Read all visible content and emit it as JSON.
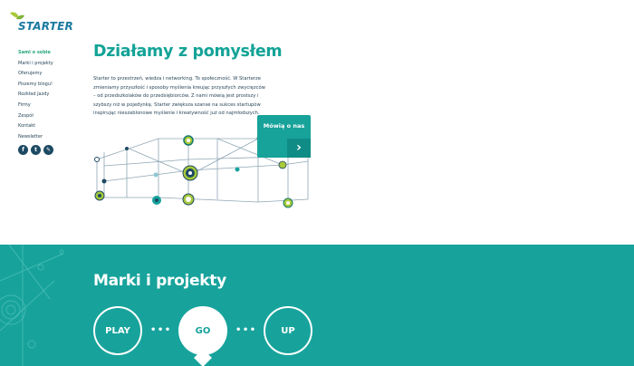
{
  "brand": {
    "name": "STARTER"
  },
  "nav": {
    "items": [
      {
        "label": "Sami o sobie",
        "active": true
      },
      {
        "label": "Marki i projekty"
      },
      {
        "label": "Oferujemy"
      },
      {
        "label": "Piszemy blogu!"
      },
      {
        "label": "Rozkład Jazdy"
      },
      {
        "label": "Firmy"
      },
      {
        "label": "Zespół"
      },
      {
        "label": "Kontakt"
      },
      {
        "label": "Newsletter"
      }
    ],
    "social": [
      {
        "icon": "facebook-icon",
        "glyph": "f"
      },
      {
        "icon": "twitter-icon",
        "glyph": "t"
      },
      {
        "icon": "link-icon",
        "glyph": "✎"
      }
    ]
  },
  "hero": {
    "title": "Działamy z pomysłem",
    "intro": "Starter to przestrzeń, wiedza i networking. To społeczność. W Starterze zmieniamy przyszłość i sposoby myślenia kreując przyszłych zwycięzców – od przedszkolaków do przedsiębiorców. Z nami mówią jest prostszy i szybszy niż w pojedynkę. Starter zwiększa szanse na sukces startupów inspirując nieszablonowe myślenie i kreatywność już od najmłodszych.",
    "cta_label": "Mówią o nas",
    "cta_arrow": "›"
  },
  "projects": {
    "title": "Marki i projekty",
    "steps": [
      "PLAY",
      "GO",
      "UP"
    ],
    "dots": "•••"
  },
  "colors": {
    "teal": "#17a39c",
    "navy": "#1d4a63",
    "lime": "#a7c93a",
    "green_active": "#2aa67a"
  }
}
